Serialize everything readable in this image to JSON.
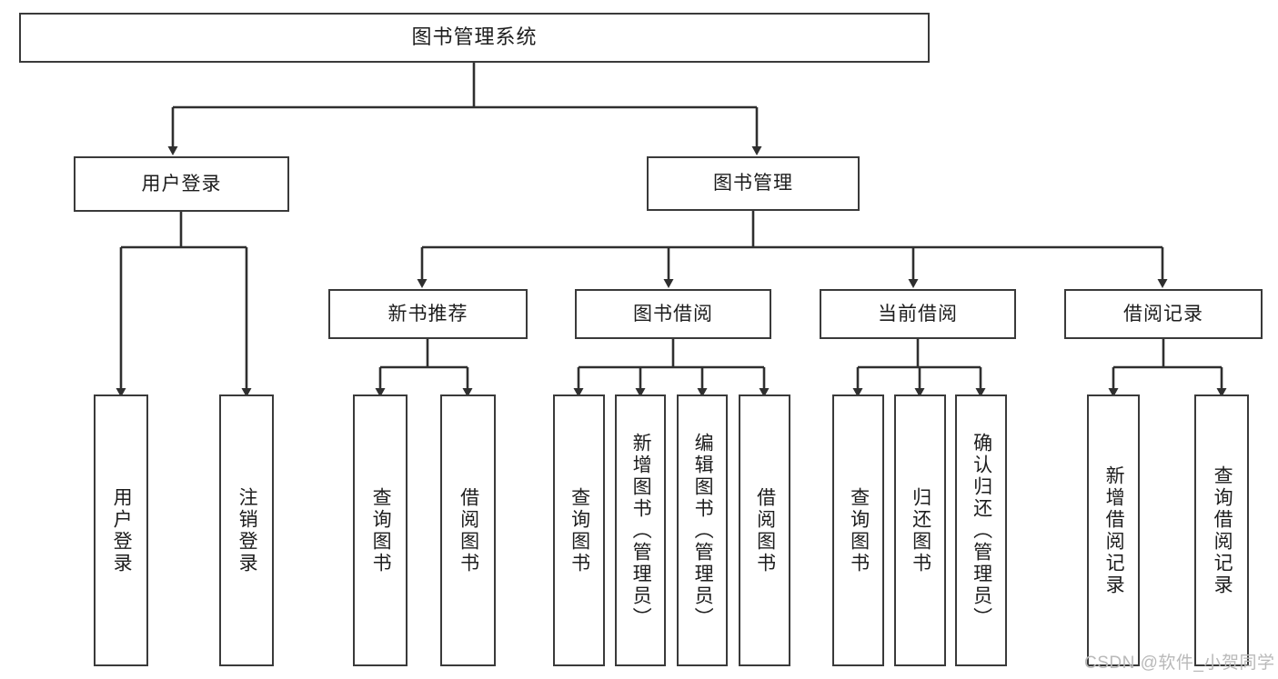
{
  "diagram": {
    "title": "图书管理系统",
    "type": "hierarchy-tree",
    "root": {
      "label": "图书管理系统"
    },
    "level2": [
      {
        "id": "user-login",
        "label": "用户登录"
      },
      {
        "id": "book-management",
        "label": "图书管理"
      }
    ],
    "level3": [
      {
        "id": "new-book-recommend",
        "label": "新书推荐",
        "parent": "book-management"
      },
      {
        "id": "book-borrow",
        "label": "图书借阅",
        "parent": "book-management"
      },
      {
        "id": "current-borrow",
        "label": "当前借阅",
        "parent": "book-management"
      },
      {
        "id": "borrow-record",
        "label": "借阅记录",
        "parent": "book-management"
      }
    ],
    "leaves": [
      {
        "id": "leaf-user-login",
        "label": "用户登录",
        "parent": "user-login"
      },
      {
        "id": "leaf-logout-login",
        "label": "注销登录",
        "parent": "user-login"
      },
      {
        "id": "leaf-query-book-1",
        "label": "查询图书",
        "parent": "new-book-recommend"
      },
      {
        "id": "leaf-borrow-book-1",
        "label": "借阅图书",
        "parent": "new-book-recommend"
      },
      {
        "id": "leaf-query-book-2",
        "label": "查询图书",
        "parent": "book-borrow"
      },
      {
        "id": "leaf-add-book",
        "label": "新增图书（管理员）",
        "parent": "book-borrow"
      },
      {
        "id": "leaf-edit-book",
        "label": "编辑图书（管理员）",
        "parent": "book-borrow"
      },
      {
        "id": "leaf-borrow-book-2",
        "label": "借阅图书",
        "parent": "book-borrow"
      },
      {
        "id": "leaf-query-book-3",
        "label": "查询图书",
        "parent": "current-borrow"
      },
      {
        "id": "leaf-return-book",
        "label": "归还图书",
        "parent": "current-borrow"
      },
      {
        "id": "leaf-confirm-return",
        "label": "确认归还（管理员）",
        "parent": "current-borrow"
      },
      {
        "id": "leaf-add-record",
        "label": "新增借阅记录",
        "parent": "borrow-record"
      },
      {
        "id": "leaf-query-record",
        "label": "查询借阅记录",
        "parent": "borrow-record"
      }
    ]
  },
  "watermark": {
    "text": "CSDN @软件_小贺同学"
  },
  "colors": {
    "stroke": "#3a3a3a",
    "background": "#ffffff",
    "text": "#1d1d1d",
    "watermark": "#b9b9b9"
  }
}
